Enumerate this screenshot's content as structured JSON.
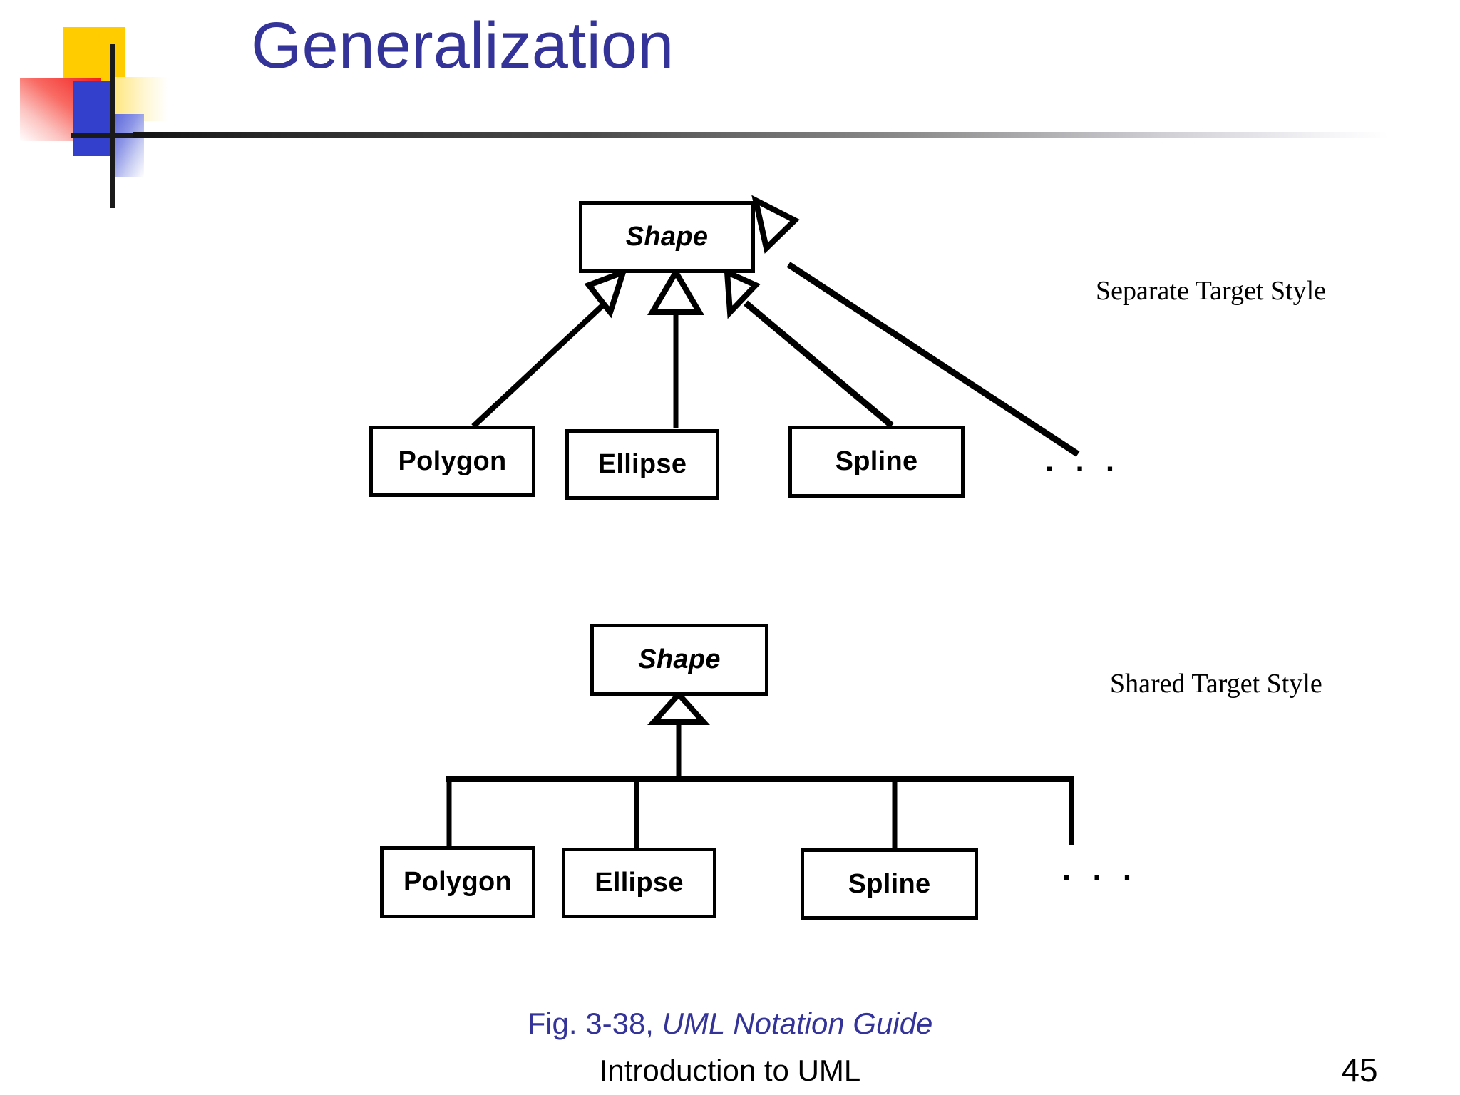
{
  "slide": {
    "title": "Generalization",
    "page_number": "45",
    "footer_title": "Introduction to UML",
    "caption_prefix": "Fig. 3-38, ",
    "caption_source": "UML Notation Guide",
    "colors": {
      "title_blue": "#333399",
      "caption_blue": "#333399",
      "line_black": "#000000",
      "logo_yellow": "#FFCC00",
      "logo_red": "#F22020",
      "logo_blue": "#3340CC"
    }
  },
  "logo": {
    "parts": [
      "yellow-square",
      "red-gradient-square",
      "blue-square",
      "light-yellow-square",
      "blue-gradient-square",
      "black-cross"
    ]
  },
  "diagrams": [
    {
      "id": "separate-target",
      "note": "Separate Target Style",
      "parent": {
        "name": "Shape",
        "abstract": true
      },
      "children": [
        {
          "name": "Polygon",
          "abstract": false
        },
        {
          "name": "Ellipse",
          "abstract": false
        },
        {
          "name": "Spline",
          "abstract": false
        }
      ],
      "ellipsis": ". . ."
    },
    {
      "id": "shared-target",
      "note": "Shared Target Style",
      "parent": {
        "name": "Shape",
        "abstract": true
      },
      "children": [
        {
          "name": "Polygon",
          "abstract": false
        },
        {
          "name": "Ellipse",
          "abstract": false
        },
        {
          "name": "Spline",
          "abstract": false
        }
      ],
      "ellipsis": ". . ."
    }
  ]
}
